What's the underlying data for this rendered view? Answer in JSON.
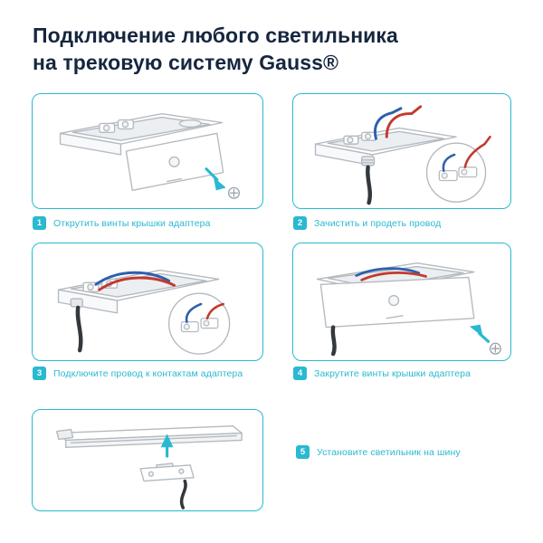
{
  "title": {
    "line1": "Подключение любого светильника",
    "line2": "на трековую систему Gauss®"
  },
  "steps": [
    {
      "number": "1",
      "label": "Открутить винты крышки адаптера"
    },
    {
      "number": "2",
      "label": "Зачистить и продеть провод"
    },
    {
      "number": "3",
      "label": "Подключите провод к контактам адаптера"
    },
    {
      "number": "4",
      "label": "Закрутите винты крышки адаптера"
    },
    {
      "number": "5",
      "label": "Установите светильник на шину"
    }
  ],
  "colors": {
    "accent_cyan": "#29b9d0",
    "title_text": "#16263f",
    "panel_border": "#29b9d0",
    "wire_red": "#c23a2e",
    "wire_blue": "#2e5fae",
    "cable_dark": "#33383c",
    "outline_gray": "#b4bac0"
  }
}
